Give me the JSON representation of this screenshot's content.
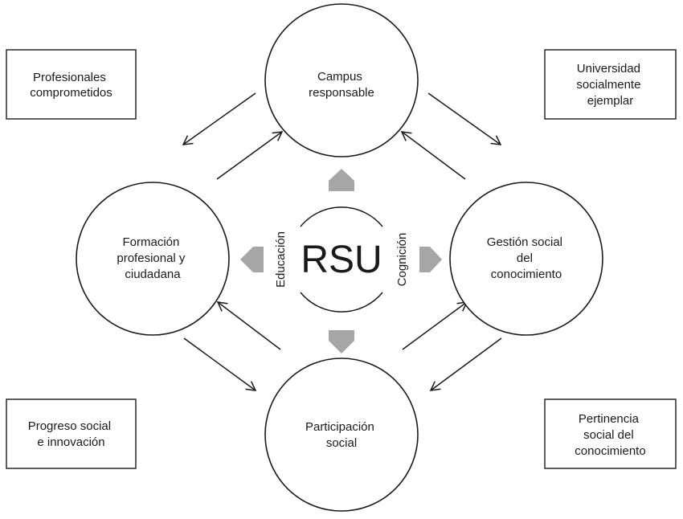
{
  "center": {
    "label": "RSU"
  },
  "side_labels": {
    "left": "Educación",
    "right": "Cognición"
  },
  "circles": {
    "top": [
      "Campus",
      "responsable"
    ],
    "left": [
      "Formación",
      "profesional y",
      "ciudadana"
    ],
    "right": [
      "Gestión social",
      "del",
      "conocimiento"
    ],
    "bottom": [
      "Participación",
      "social"
    ]
  },
  "boxes": {
    "top_left": [
      "Profesionales",
      "comprometidos"
    ],
    "top_right": [
      "Universidad",
      "socialmente",
      "ejemplar"
    ],
    "bottom_left": [
      "Progreso social",
      "e innovación"
    ],
    "bottom_right": [
      "Pertinencia",
      "social del",
      "conocimiento"
    ]
  },
  "colors": {
    "block_arrow": "#a6a6a6",
    "stroke": "#1a1a1a"
  }
}
